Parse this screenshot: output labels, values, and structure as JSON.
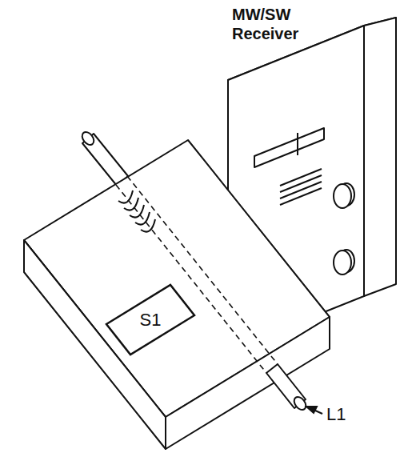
{
  "diagram": {
    "nodes": [
      {
        "text": [
          "S1"
        ]
      }
    ],
    "labels": [
      "MW/SW Receiver",
      "L1"
    ]
  }
}
